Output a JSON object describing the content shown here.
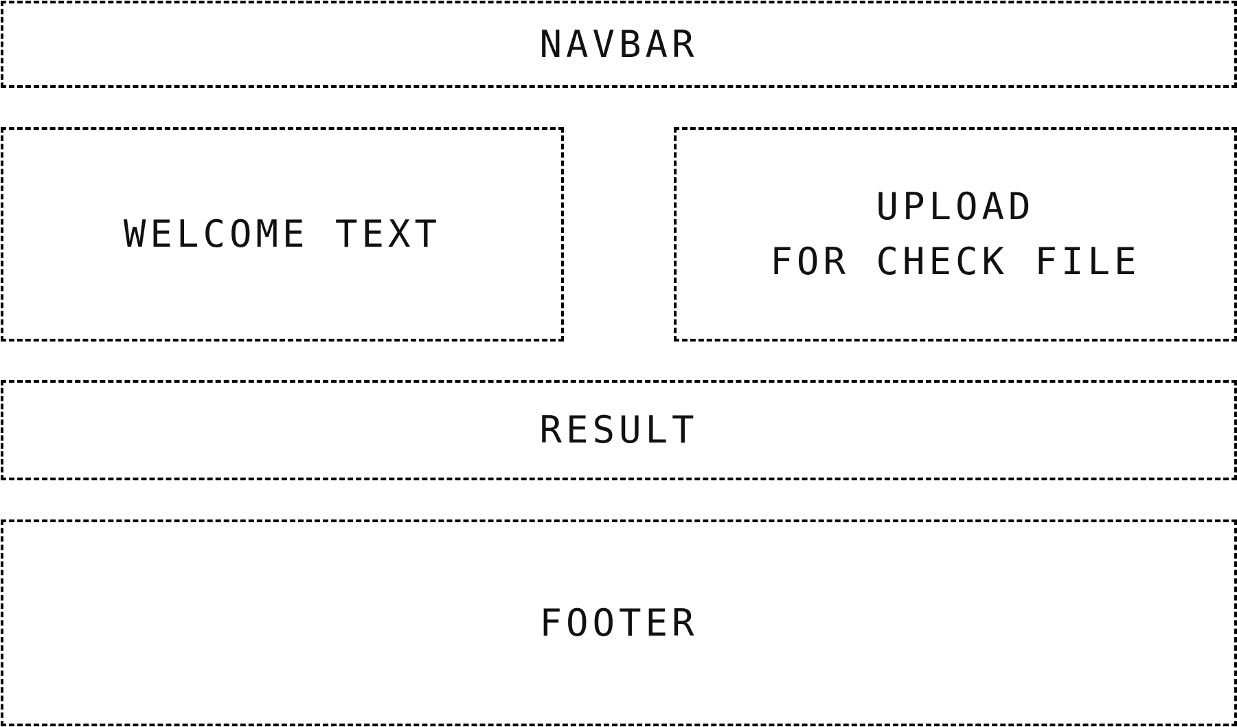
{
  "boxes": {
    "navbar": "NAVBAR",
    "welcome": "WELCOME TEXT",
    "upload_line1": "UPLOAD",
    "upload_line2": "FOR CHECK FILE",
    "result": "RESULT",
    "footer": "FOOTER"
  },
  "style": {
    "border_color": "#000000",
    "border_style": "dashed",
    "background": "#ffffff",
    "text_color": "#111111"
  }
}
